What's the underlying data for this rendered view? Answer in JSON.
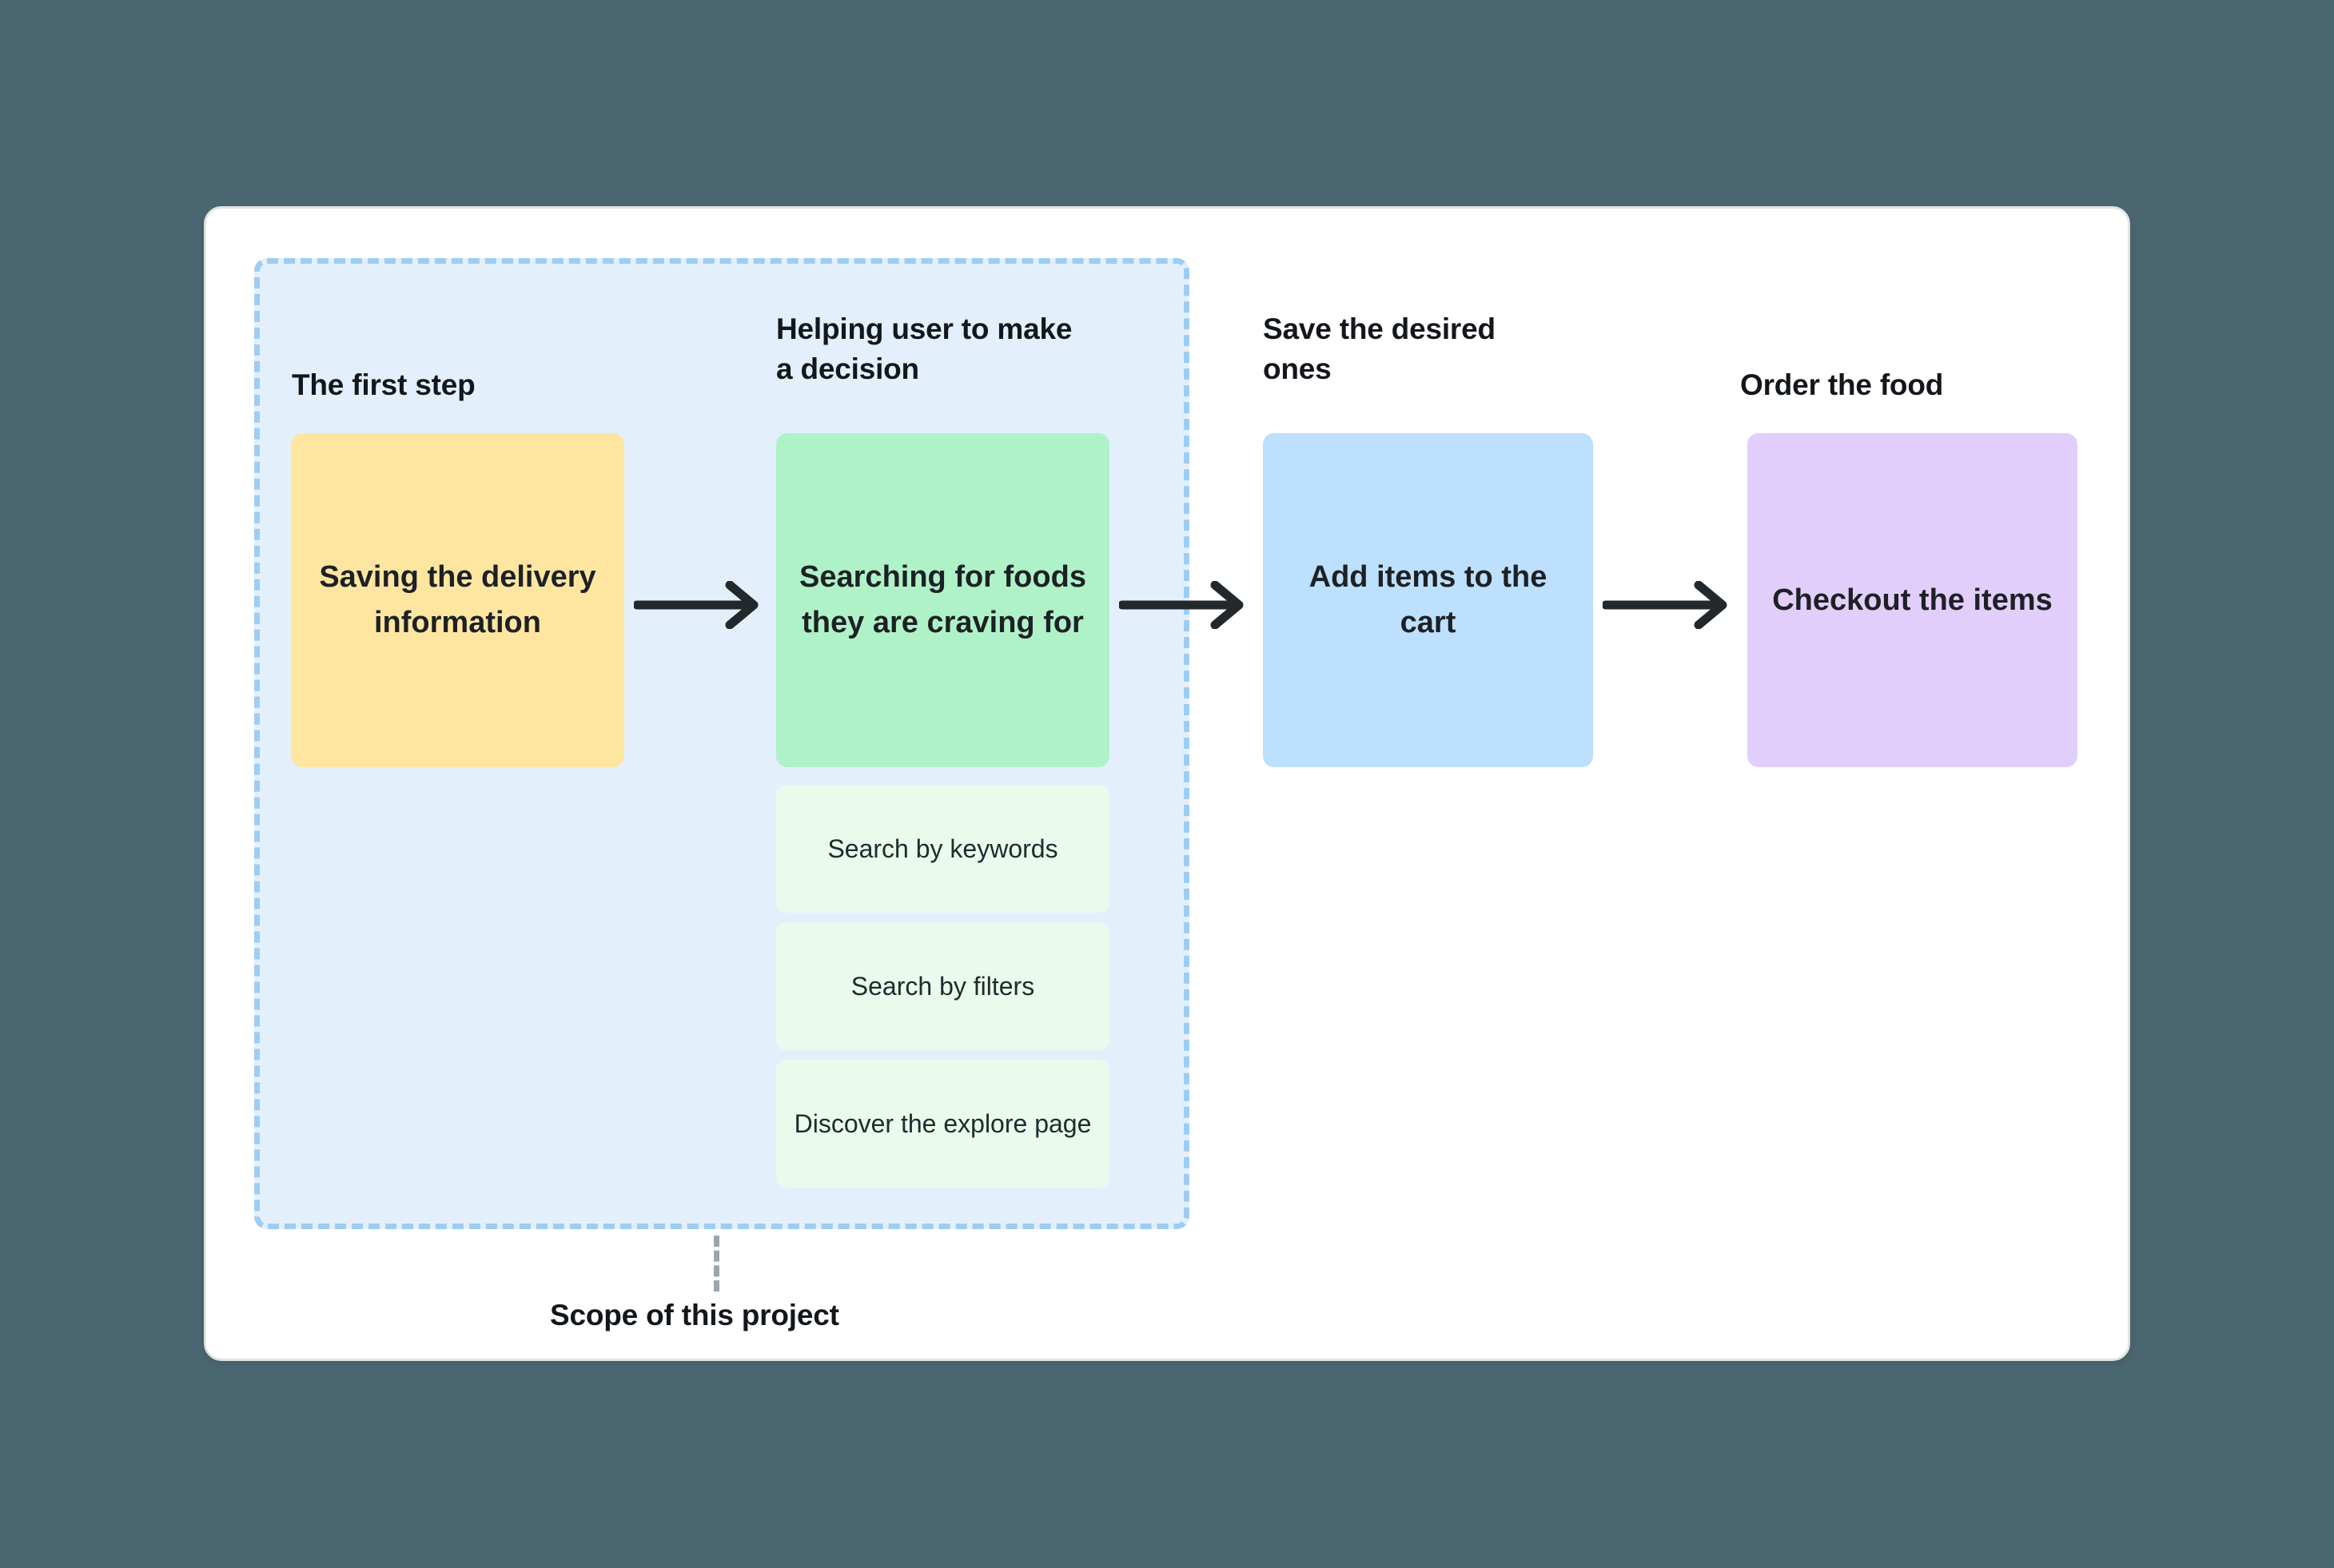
{
  "canvas": {
    "background_color": "#4a6670",
    "board_background": "#ffffff",
    "board_border_color": "#e2e2e2"
  },
  "scope": {
    "region_background": "#e3f0fb",
    "region_border_color": "#9ccdf4",
    "connector_color": "#9aa6ad",
    "label": "Scope of this project"
  },
  "flow": {
    "headings": [
      {
        "text": "The first step"
      },
      {
        "text": "Helping user to make\na decision"
      },
      {
        "text": "Save the desired\nones"
      },
      {
        "text": "Order the food"
      }
    ],
    "steps": [
      {
        "label": "Saving the delivery information",
        "color": "#ffe6a0"
      },
      {
        "label": "Searching for foods they are craving for",
        "color": "#aff2c8"
      },
      {
        "label": "Add items to the cart",
        "color": "#bce0fd"
      },
      {
        "label": "Checkout the items",
        "color": "#e2cefb"
      }
    ],
    "sub_steps": [
      {
        "label": "Search by keywords",
        "color": "#e8fbec"
      },
      {
        "label": "Search by filters",
        "color": "#e8fbec"
      },
      {
        "label": "Discover the explore page",
        "color": "#e8fbec"
      }
    ],
    "arrows": [
      {
        "name": "arrow-right-icon"
      },
      {
        "name": "arrow-right-icon"
      },
      {
        "name": "arrow-right-icon"
      }
    ]
  }
}
